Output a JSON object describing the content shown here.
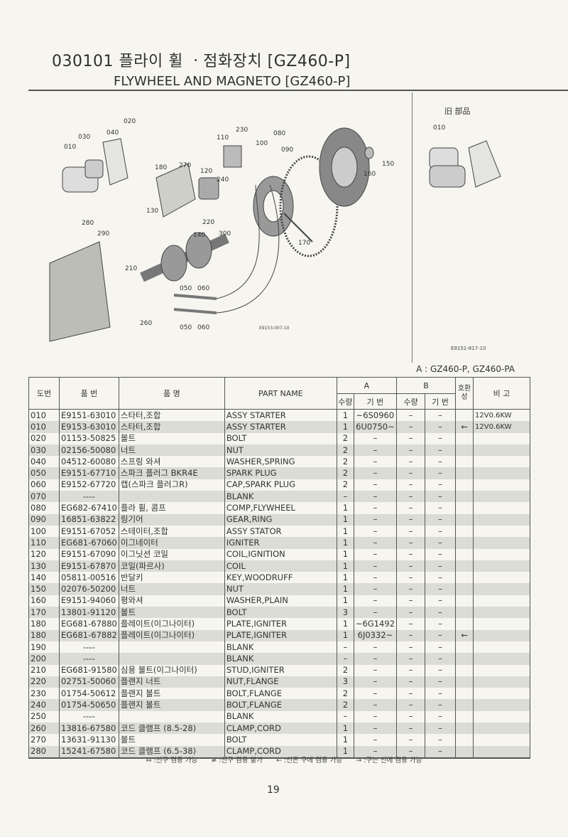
{
  "header": {
    "title_kr": "030101  플라이 휠 ㆍ점화장치 [GZ460-P]",
    "title_en": "FLYWHEEL AND MAGNETO [GZ460-P]"
  },
  "diagram": {
    "callouts": [
      "010",
      "020",
      "030",
      "040",
      "110",
      "230",
      "080",
      "090",
      "100",
      "180",
      "270",
      "120",
      "240",
      "150",
      "160",
      "130",
      "220",
      "280",
      "290",
      "140",
      "300",
      "170",
      "210",
      "050",
      "060",
      "260",
      "050",
      "060"
    ],
    "figure_code": "E9153-007-10"
  },
  "old_parts": {
    "title": "旧 部品",
    "callout": "010",
    "figure_code": "E9151-817-10"
  },
  "applicability": "A : GZ460-P,  GZ460-PA",
  "table": {
    "headers": {
      "ref": "도번",
      "part_no": "품    번",
      "name_kr": "품          명",
      "part_name": "PART  NAME",
      "group_a": "A",
      "group_b": "B",
      "qty": "수량",
      "serial": "기 번",
      "interchange": "호환성",
      "remarks": "비    고"
    },
    "rows": [
      {
        "ref": "010",
        "part_no": "E9151-63010",
        "name_kr": "스타터,조합",
        "part_name": "ASSY STARTER",
        "a_qty": "1",
        "a_serial": "~6S0960",
        "b_qty": "–",
        "b_serial": "–",
        "interchange": "",
        "remarks": "12V0.6KW"
      },
      {
        "ref": "010",
        "part_no": "E9153-63010",
        "name_kr": "스타터,조합",
        "part_name": "ASSY STARTER",
        "a_qty": "1",
        "a_serial": "6U0750~",
        "b_qty": "–",
        "b_serial": "–",
        "interchange": "←",
        "remarks": "12V0.6KW"
      },
      {
        "ref": "020",
        "part_no": "01153-50825",
        "name_kr": "볼트",
        "part_name": "BOLT",
        "a_qty": "2",
        "a_serial": "–",
        "b_qty": "–",
        "b_serial": "–",
        "interchange": "",
        "remarks": ""
      },
      {
        "ref": "030",
        "part_no": "02156-50080",
        "name_kr": "너트",
        "part_name": "NUT",
        "a_qty": "2",
        "a_serial": "–",
        "b_qty": "–",
        "b_serial": "–",
        "interchange": "",
        "remarks": ""
      },
      {
        "ref": "040",
        "part_no": "04512-60080",
        "name_kr": "스프링 와셔",
        "part_name": "WASHER,SPRING",
        "a_qty": "2",
        "a_serial": "–",
        "b_qty": "–",
        "b_serial": "–",
        "interchange": "",
        "remarks": ""
      },
      {
        "ref": "050",
        "part_no": "E9151-67710",
        "name_kr": "스파크 플러그 BKR4E",
        "part_name": "SPARK PLUG",
        "a_qty": "2",
        "a_serial": "–",
        "b_qty": "–",
        "b_serial": "–",
        "interchange": "",
        "remarks": ""
      },
      {
        "ref": "060",
        "part_no": "E9152-67720",
        "name_kr": "캡(스파크 플러그R)",
        "part_name": "CAP,SPARK PLUG",
        "a_qty": "2",
        "a_serial": "–",
        "b_qty": "–",
        "b_serial": "–",
        "interchange": "",
        "remarks": ""
      },
      {
        "ref": "070",
        "part_no": "----",
        "name_kr": "",
        "part_name": "BLANK",
        "a_qty": "–",
        "a_serial": "–",
        "b_qty": "–",
        "b_serial": "–",
        "interchange": "",
        "remarks": ""
      },
      {
        "ref": "080",
        "part_no": "EG682-67410",
        "name_kr": "플라 휠, 콤프",
        "part_name": "COMP,FLYWHEEL",
        "a_qty": "1",
        "a_serial": "–",
        "b_qty": "–",
        "b_serial": "–",
        "interchange": "",
        "remarks": ""
      },
      {
        "ref": "090",
        "part_no": "16851-63822",
        "name_kr": "링기어",
        "part_name": "GEAR,RING",
        "a_qty": "1",
        "a_serial": "–",
        "b_qty": "–",
        "b_serial": "–",
        "interchange": "",
        "remarks": ""
      },
      {
        "ref": "100",
        "part_no": "E9151-67052",
        "name_kr": "스테이터,조합",
        "part_name": "ASSY STATOR",
        "a_qty": "1",
        "a_serial": "–",
        "b_qty": "–",
        "b_serial": "–",
        "interchange": "",
        "remarks": ""
      },
      {
        "ref": "110",
        "part_no": "EG681-67060",
        "name_kr": "이그네이터",
        "part_name": "IGNITER",
        "a_qty": "1",
        "a_serial": "–",
        "b_qty": "–",
        "b_serial": "–",
        "interchange": "",
        "remarks": ""
      },
      {
        "ref": "120",
        "part_no": "E9151-67090",
        "name_kr": "이그닛션 코일",
        "part_name": "COIL,IGNITION",
        "a_qty": "1",
        "a_serial": "–",
        "b_qty": "–",
        "b_serial": "–",
        "interchange": "",
        "remarks": ""
      },
      {
        "ref": "130",
        "part_no": "E9151-67870",
        "name_kr": "코일(파르사)",
        "part_name": "COIL",
        "a_qty": "1",
        "a_serial": "–",
        "b_qty": "–",
        "b_serial": "–",
        "interchange": "",
        "remarks": ""
      },
      {
        "ref": "140",
        "part_no": "05811-00516",
        "name_kr": "반달키",
        "part_name": "KEY,WOODRUFF",
        "a_qty": "1",
        "a_serial": "–",
        "b_qty": "–",
        "b_serial": "–",
        "interchange": "",
        "remarks": ""
      },
      {
        "ref": "150",
        "part_no": "02076-50200",
        "name_kr": "너트",
        "part_name": "NUT",
        "a_qty": "1",
        "a_serial": "–",
        "b_qty": "–",
        "b_serial": "–",
        "interchange": "",
        "remarks": ""
      },
      {
        "ref": "160",
        "part_no": "E9151-94060",
        "name_kr": "평와셔",
        "part_name": "WASHER,PLAIN",
        "a_qty": "1",
        "a_serial": "–",
        "b_qty": "–",
        "b_serial": "–",
        "interchange": "",
        "remarks": ""
      },
      {
        "ref": "170",
        "part_no": "13801-91120",
        "name_kr": "볼트",
        "part_name": "BOLT",
        "a_qty": "3",
        "a_serial": "–",
        "b_qty": "–",
        "b_serial": "–",
        "interchange": "",
        "remarks": ""
      },
      {
        "ref": "180",
        "part_no": "EG681-67880",
        "name_kr": "플레이트(이그나이터)",
        "part_name": "PLATE,IGNITER",
        "a_qty": "1",
        "a_serial": "~6G1492",
        "b_qty": "–",
        "b_serial": "–",
        "interchange": "",
        "remarks": ""
      },
      {
        "ref": "180",
        "part_no": "EG681-67882",
        "name_kr": "플레이트(이그나이터)",
        "part_name": "PLATE,IGNITER",
        "a_qty": "1",
        "a_serial": "6J0332~",
        "b_qty": "–",
        "b_serial": "–",
        "interchange": "←",
        "remarks": ""
      },
      {
        "ref": "190",
        "part_no": "----",
        "name_kr": "",
        "part_name": "BLANK",
        "a_qty": "–",
        "a_serial": "–",
        "b_qty": "–",
        "b_serial": "–",
        "interchange": "",
        "remarks": ""
      },
      {
        "ref": "200",
        "part_no": "----",
        "name_kr": "",
        "part_name": "BLANK",
        "a_qty": "–",
        "a_serial": "–",
        "b_qty": "–",
        "b_serial": "–",
        "interchange": "",
        "remarks": ""
      },
      {
        "ref": "210",
        "part_no": "EG681-91580",
        "name_kr": "심용 볼트(이그나이터)",
        "part_name": "STUD,IGNITER",
        "a_qty": "2",
        "a_serial": "–",
        "b_qty": "–",
        "b_serial": "–",
        "interchange": "",
        "remarks": ""
      },
      {
        "ref": "220",
        "part_no": "02751-50060",
        "name_kr": "플랜지 너트",
        "part_name": "NUT,FLANGE",
        "a_qty": "3",
        "a_serial": "–",
        "b_qty": "–",
        "b_serial": "–",
        "interchange": "",
        "remarks": ""
      },
      {
        "ref": "230",
        "part_no": "01754-50612",
        "name_kr": "플랜지 볼트",
        "part_name": "BOLT,FLANGE",
        "a_qty": "2",
        "a_serial": "–",
        "b_qty": "–",
        "b_serial": "–",
        "interchange": "",
        "remarks": ""
      },
      {
        "ref": "240",
        "part_no": "01754-50650",
        "name_kr": "플랜지 볼트",
        "part_name": "BOLT,FLANGE",
        "a_qty": "2",
        "a_serial": "–",
        "b_qty": "–",
        "b_serial": "–",
        "interchange": "",
        "remarks": ""
      },
      {
        "ref": "250",
        "part_no": "----",
        "name_kr": "",
        "part_name": "BLANK",
        "a_qty": "–",
        "a_serial": "–",
        "b_qty": "–",
        "b_serial": "–",
        "interchange": "",
        "remarks": ""
      },
      {
        "ref": "260",
        "part_no": "13816-67580",
        "name_kr": "코드 클램프 (8.5-28)",
        "part_name": "CLAMP,CORD",
        "a_qty": "1",
        "a_serial": "–",
        "b_qty": "–",
        "b_serial": "–",
        "interchange": "",
        "remarks": ""
      },
      {
        "ref": "270",
        "part_no": "13631-91130",
        "name_kr": "볼트",
        "part_name": "BOLT",
        "a_qty": "1",
        "a_serial": "–",
        "b_qty": "–",
        "b_serial": "–",
        "interchange": "",
        "remarks": ""
      },
      {
        "ref": "280",
        "part_no": "15241-67580",
        "name_kr": "코드 클램프 (6.5-38)",
        "part_name": "CLAMP,CORD",
        "a_qty": "1",
        "a_serial": "–",
        "b_qty": "–",
        "b_serial": "–",
        "interchange": "",
        "remarks": ""
      }
    ]
  },
  "legend": [
    "↔ :신구 겸용 가능",
    "≠ :신구 겸용 불가",
    "← :신은 구에 겸용 가능",
    "→ :구는 신에 겸용 가능"
  ],
  "page_number": "19"
}
